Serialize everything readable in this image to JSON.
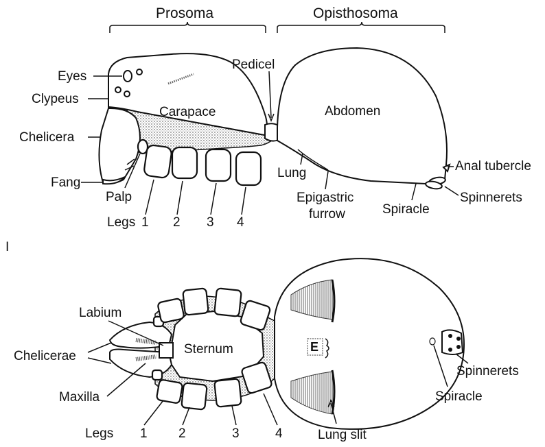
{
  "side_view": {
    "prosoma": "Prosoma",
    "opisthosoma": "Opisthosoma",
    "eyes": "Eyes",
    "clypeus": "Clypeus",
    "chelicera": "Chelicera",
    "fang": "Fang",
    "palp": "Palp",
    "legs": "Legs",
    "leg_numbers": [
      "1",
      "2",
      "3",
      "4"
    ],
    "carapace": "Carapace",
    "pedicel": "Pedicel",
    "abdomen": "Abdomen",
    "lung": "Lung",
    "epigastric_1": "Epigastric",
    "epigastric_2": "furrow",
    "spiracle": "Spiracle",
    "anal_tubercle": "Anal tubercle",
    "spinnerets": "Spinnerets"
  },
  "stray_mark": "I",
  "ventral_view": {
    "labium": "Labium",
    "chelicerae": "Chelicerae",
    "maxilla": "Maxilla",
    "sternum": "Sternum",
    "epigyne": "E",
    "spiracle": "Spiracle",
    "spinnerets": "Spinnerets",
    "lung_slit": "Lung slit",
    "legs": "Legs",
    "leg_numbers": [
      "1",
      "2",
      "3",
      "4"
    ]
  }
}
